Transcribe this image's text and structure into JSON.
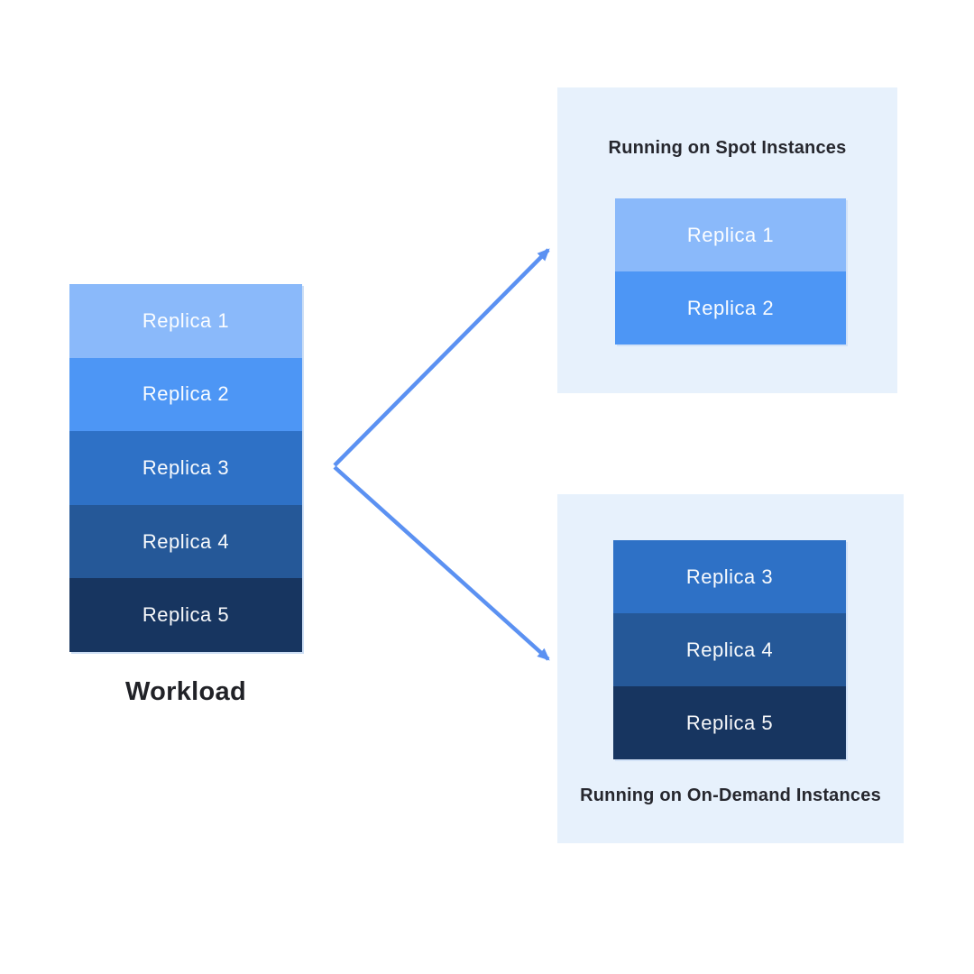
{
  "workload": {
    "label": "Workload",
    "replicas": [
      {
        "label": "Replica 1",
        "color": "#8ab9fa"
      },
      {
        "label": "Replica 2",
        "color": "#4d96f5"
      },
      {
        "label": "Replica 3",
        "color": "#2e71c6"
      },
      {
        "label": "Replica 4",
        "color": "#255898"
      },
      {
        "label": "Replica 5",
        "color": "#173560"
      }
    ]
  },
  "spot_panel": {
    "title": "Running on Spot Instances",
    "background": "#e7f1fc",
    "replicas": [
      {
        "label": "Replica 1",
        "color": "#8ab9fa"
      },
      {
        "label": "Replica 2",
        "color": "#4d96f5"
      }
    ]
  },
  "ondemand_panel": {
    "title": "Running on On-Demand Instances",
    "background": "#e7f1fc",
    "replicas": [
      {
        "label": "Replica 3",
        "color": "#2e71c6"
      },
      {
        "label": "Replica 4",
        "color": "#255898"
      },
      {
        "label": "Replica 5",
        "color": "#173560"
      }
    ]
  },
  "arrows": {
    "color": "#5b91f2",
    "description": "workload splits to spot and on-demand"
  }
}
